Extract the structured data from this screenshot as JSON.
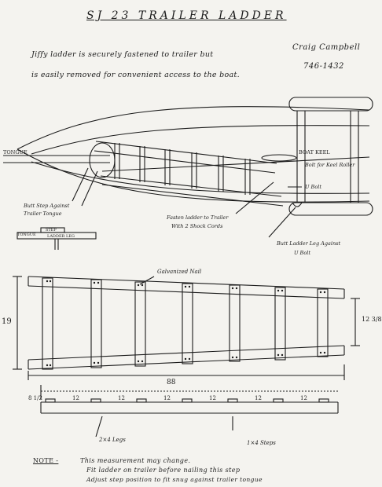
{
  "title": "SJ 23   TRAILER   LADDER",
  "intro": {
    "line1": "Jiffy ladder is securely fastened to trailer but",
    "line2": "is easily removed for convenient access to the boat."
  },
  "author": {
    "name": "Craig Campbell",
    "phone": "746-1432"
  },
  "plan_labels": {
    "tongue": "TONGUE",
    "boat_keel": "BOAT KEEL",
    "bolt_roller": "Bolt for Keel Roller",
    "u_bolt": "U Bolt",
    "butt_step_1": "Butt Step Against",
    "butt_step_2": "Trailer Tongue",
    "fasten_1": "Fasten ladder to Trailer",
    "fasten_2": "With 2 Shock Cords",
    "butt_leg_1": "Butt Ladder Leg Against",
    "butt_leg_2": "U Bolt",
    "detail_tongue": "TONGUE",
    "detail_step": "STEP",
    "detail_ladder_leg": "LADDER LEG"
  },
  "elevation_labels": {
    "galvanized_nail": "Galvanized Nail",
    "height_left": "19",
    "height_right": "12 3/8",
    "length": "88"
  },
  "bottom_labels": {
    "first_space": "8 1/2",
    "spacings": [
      "12",
      "12",
      "12",
      "12",
      "12",
      "12"
    ],
    "legs": "2×4 Legs",
    "steps": "1×4 Steps"
  },
  "note": {
    "prefix": "NOTE -",
    "line1": "This measurement may change.",
    "line2": "Fit ladder on trailer before nailing this step",
    "line3": "Adjust step position to fit snug against trailer tongue"
  }
}
